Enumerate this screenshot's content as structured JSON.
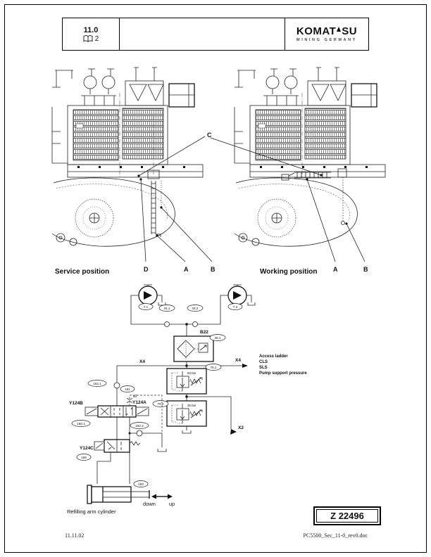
{
  "header": {
    "section": "11.0",
    "pages": "2",
    "brand_left": "KOMAT",
    "brand_right": "SU",
    "brand_sub": "MINING GERMANY"
  },
  "figures": {
    "left_caption": "Service position",
    "right_caption": "Working position",
    "callout_c": "C",
    "left_d": "D",
    "left_a": "A",
    "left_b": "B",
    "right_a": "A",
    "right_b": "B"
  },
  "schematic": {
    "pump1": "7.1",
    "pump2": "7.2",
    "check1": "34.1",
    "check2": "34.2",
    "filter_name": "B22",
    "filter_id": "38.1",
    "x4": "X4",
    "x2": "X2",
    "x4_list": [
      "Access ladder",
      "CLS",
      "SLS",
      "Pump support pressure"
    ],
    "pr1_id": "76.1",
    "pr1_setting": "60 bar",
    "pr2_id": "76.2",
    "pr2_setting": "35 bar",
    "orifice1_id": "162.1",
    "orifice2_id": "161",
    "orifice2_size": "ø2",
    "valve_left": "Y124B",
    "valve_right": "Y124A",
    "valve_left_id": "160.1",
    "valve_right_id": "162.2",
    "valve3": "Y124C",
    "valve3_id": "159",
    "cylinder_id": "163",
    "arrow_left": "down",
    "arrow_right": "up",
    "cylinder_caption": "Refilling arm cylinder"
  },
  "drawing_number": "Z 22496",
  "footer": {
    "date": "11.11.02",
    "filename": "PC5500_Sec_11-0_rev0.doc"
  }
}
